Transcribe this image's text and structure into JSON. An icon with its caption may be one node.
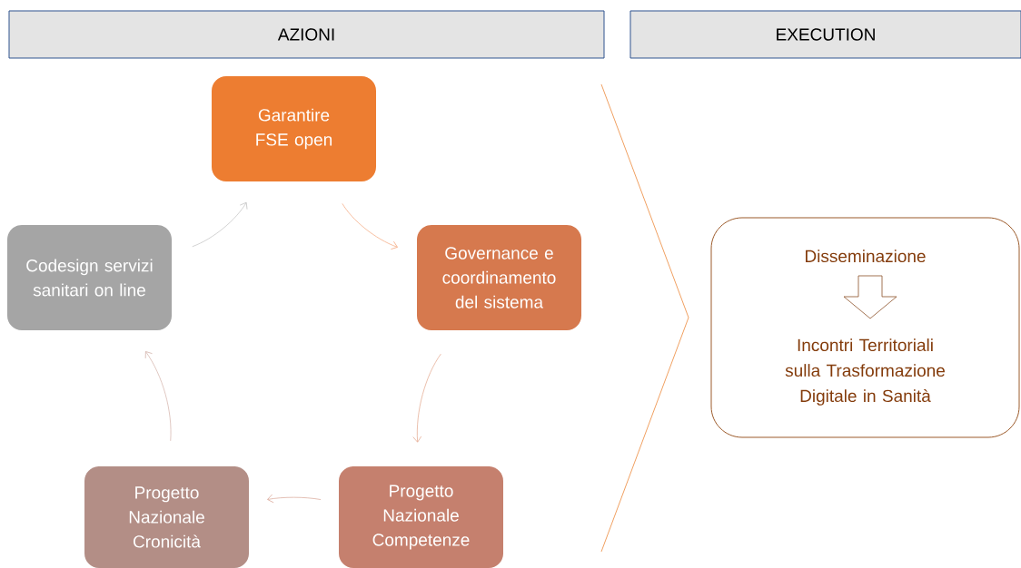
{
  "diagram": {
    "nodes": [
      {
        "text": [
          "AZIONI"
        ]
      },
      {
        "text": [
          "EXECUTION"
        ]
      },
      {
        "text": [
          "Garantire FSE open"
        ]
      },
      {
        "text": [
          "Governance e coordinamento del sistema"
        ]
      },
      {
        "text": [
          "Progetto Nazionale Competenze"
        ]
      },
      {
        "text": [
          "Progetto Nazionale Cronicità"
        ]
      },
      {
        "text": [
          "Codesign servizi sanitari on line"
        ]
      },
      {
        "text": [
          "Disseminazione",
          "Incontri Territoriali sulla Trasformazione Digitale in Sanità"
        ]
      }
    ],
    "edges": [
      {
        "from": 2,
        "to": 3,
        "arrow": "to",
        "color": "#f4a57a"
      },
      {
        "from": 3,
        "to": 4,
        "arrow": "to",
        "color": "#e3a58a"
      },
      {
        "from": 4,
        "to": 5,
        "arrow": "to",
        "color": "#d9a595"
      },
      {
        "from": 5,
        "to": 6,
        "arrow": "to",
        "color": "#d2b0a8"
      },
      {
        "from": 6,
        "to": 2,
        "arrow": "to",
        "color": "#c0c0c0"
      }
    ]
  }
}
